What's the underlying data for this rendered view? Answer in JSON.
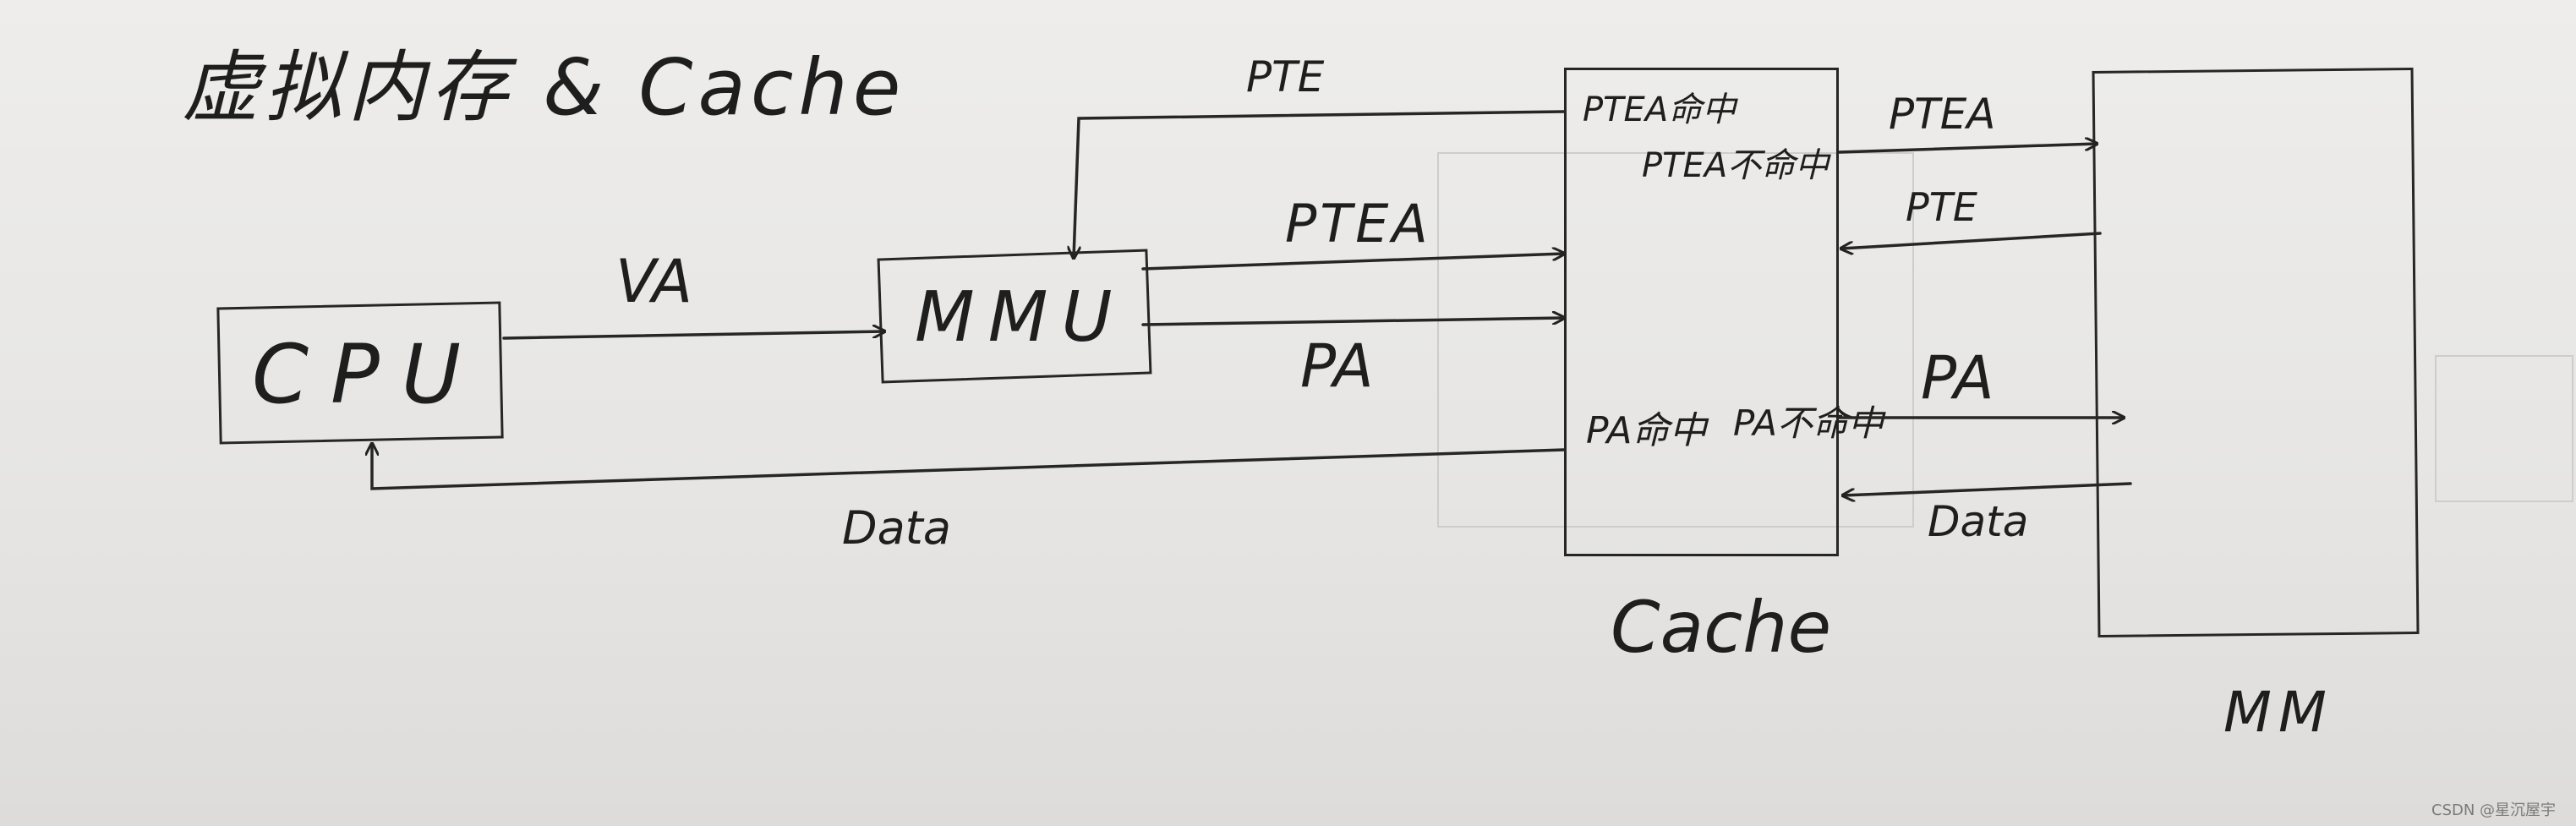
{
  "title": "虚拟内存 & Cache",
  "nodes": {
    "cpu": "CPU",
    "mmu": "MMU",
    "cache": "Cache",
    "mm": "MM"
  },
  "cache_labels": {
    "ptea_hit": "PTEA命中",
    "ptea_miss": "PTEA不命中",
    "pa_hit": "PA命中",
    "pa_miss": "PA不命中"
  },
  "edges": {
    "va": "VA",
    "pte_top": "PTE",
    "ptea_mmu": "PTEA",
    "pa_mmu": "PA",
    "data_cpu": "Data",
    "ptea_mm": "PTEA",
    "pte_mm": "PTE",
    "pa_mm": "PA",
    "data_mm": "Data"
  },
  "watermark": "CSDN @星沉屋宇"
}
